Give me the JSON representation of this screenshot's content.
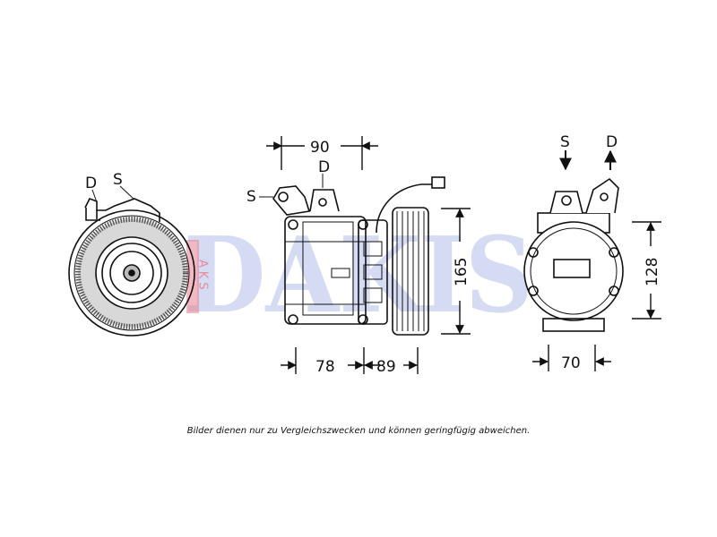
{
  "watermark": {
    "text": "DAKIS",
    "side_text": "AKS",
    "colors": {
      "red": "#e88090",
      "blue": "#7f8ed0"
    }
  },
  "labels": {
    "left_view": {
      "d": "D",
      "s": "S"
    },
    "middle_view": {
      "s": "S",
      "d": "D"
    },
    "right_view": {
      "s": "S",
      "d": "D"
    }
  },
  "dimensions": {
    "top_width": "90",
    "height_middle": "165",
    "bottom_left": "78",
    "bottom_right": "89",
    "height_right": "128",
    "bottom_width_right": "70"
  },
  "disclaimer": "Bilder dienen nur zu Vergleichszwecken und können geringfügig abweichen."
}
